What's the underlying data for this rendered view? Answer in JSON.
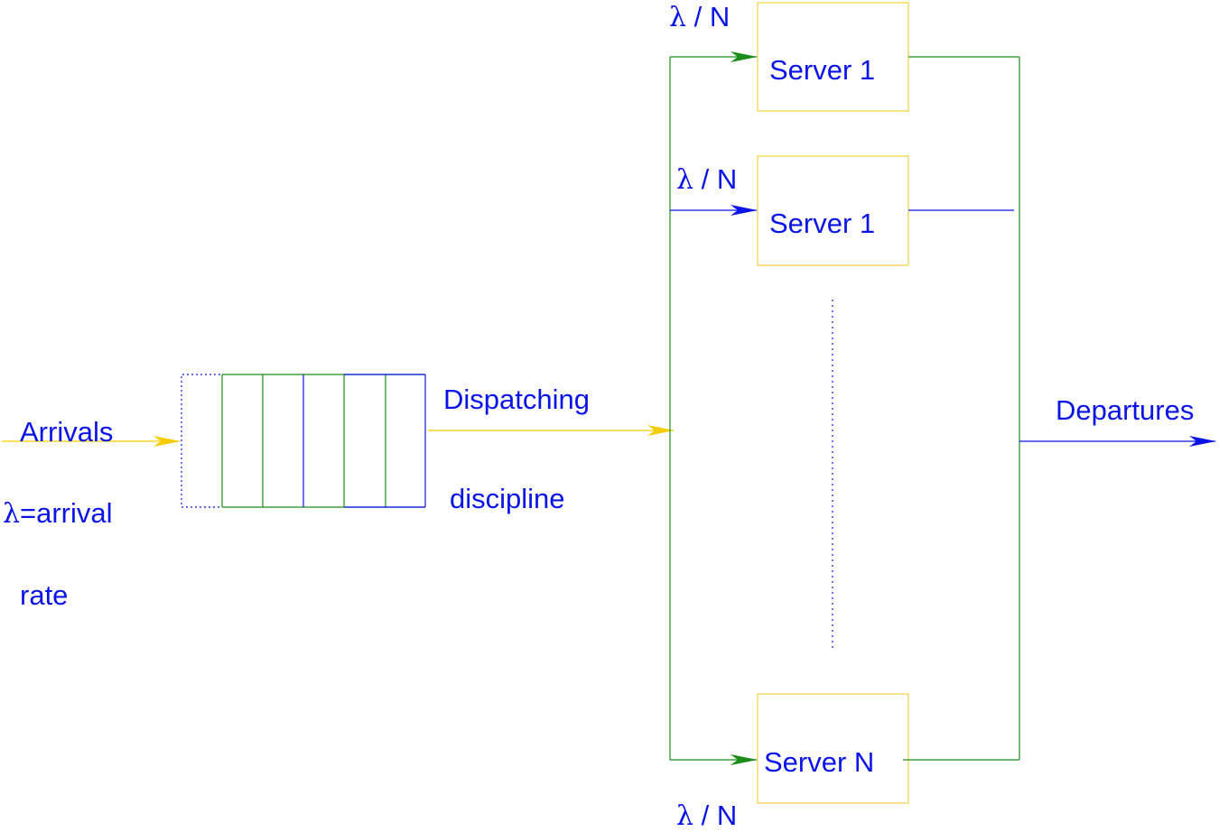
{
  "labels": {
    "arrivals": "Arrivals",
    "lambda_symbol": "λ",
    "arrival_rate_prefix": "=arrival",
    "rate": "rate",
    "dispatching": "Dispatching",
    "discipline": "discipline",
    "departures": "Departures",
    "rate_split": " / N"
  },
  "servers": [
    {
      "label": "Server 1"
    },
    {
      "label": "Server 1"
    },
    {
      "label": "Server N"
    }
  ],
  "colors": {
    "text": "#0a14e6",
    "yellow": "#f5cc00",
    "green": "#1a8c1a",
    "blue": "#0a14e6",
    "box_border": "#f0d040"
  }
}
